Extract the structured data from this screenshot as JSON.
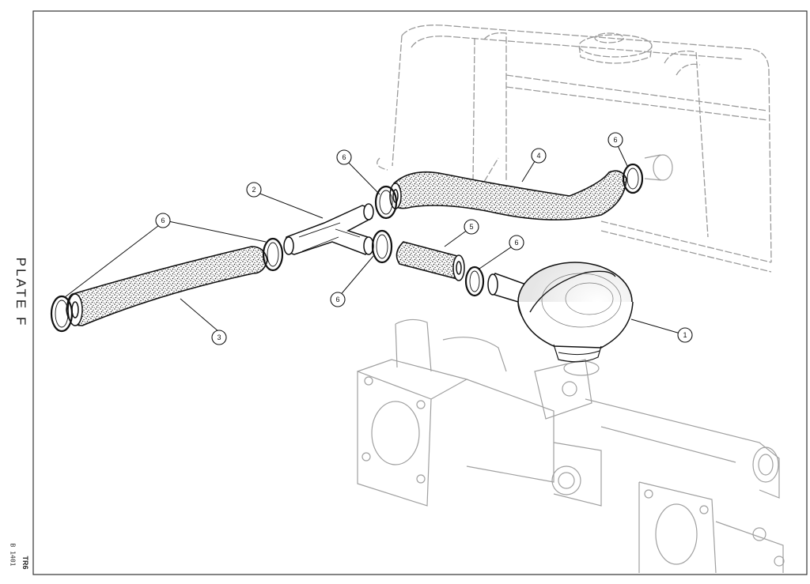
{
  "plate_label": "PLATE F",
  "drawing_ref": "B 1401",
  "model_code": "TR6",
  "callouts": {
    "c1": "1",
    "c2": "2",
    "c3": "3",
    "c4": "4",
    "c5": "5",
    "c6a": "6",
    "c6b": "6",
    "c6c": "6",
    "c6d": "6",
    "c6e": "6"
  },
  "colors": {
    "line": "#111111",
    "ghost": "#9a9a9a",
    "paper": "#ffffff"
  }
}
